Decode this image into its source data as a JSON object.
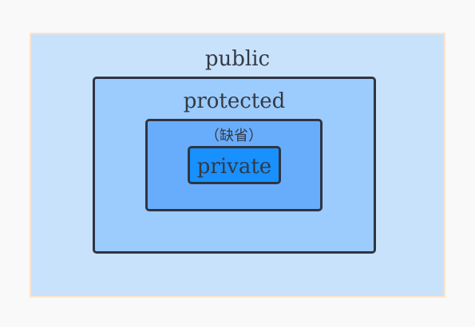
{
  "diagram": {
    "public": {
      "label": "public",
      "fill": "#c9e2fc",
      "border": "#fbe3cb"
    },
    "protected": {
      "label": "protected",
      "fill": "#9ccbfd",
      "border": "#2f3542"
    },
    "default": {
      "label": "（缺省）",
      "fill": "#68adfc",
      "border": "#2f3542"
    },
    "private": {
      "label": "private",
      "fill": "#1890fd",
      "border": "#2f3542"
    }
  }
}
